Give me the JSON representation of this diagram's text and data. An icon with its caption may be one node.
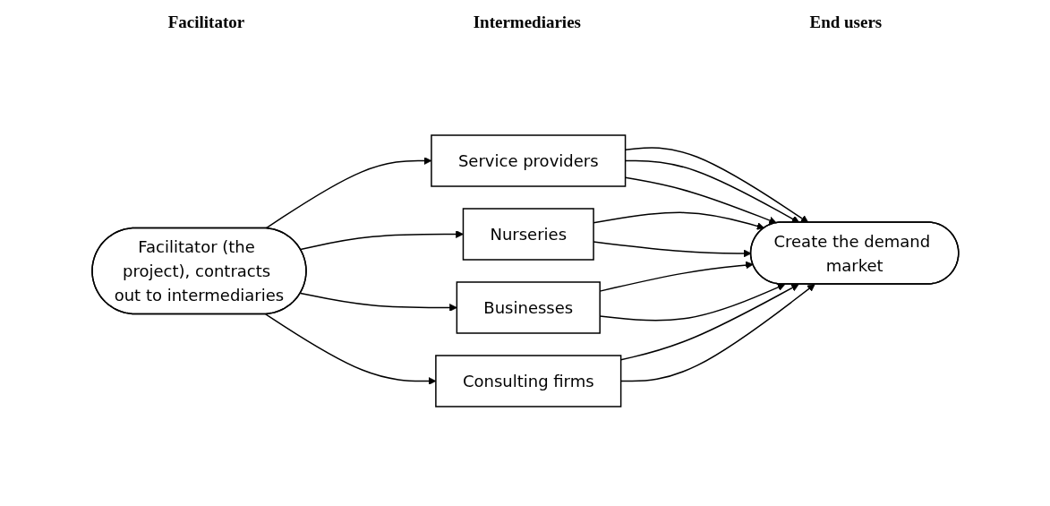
{
  "diagram": {
    "nodes": [
      {
        "text": [
          "Facilitator (the project), contracts out to intermediaries"
        ]
      },
      {
        "text": [
          "Service providers"
        ]
      },
      {
        "text": [
          "Nurseries"
        ]
      },
      {
        "text": [
          "Businesses"
        ]
      },
      {
        "text": [
          "Consulting firms"
        ]
      },
      {
        "text": [
          "Create the demand market"
        ]
      }
    ],
    "edges": [
      {
        "from": 0,
        "to": 1,
        "arrow": "to"
      },
      {
        "from": 0,
        "to": 2,
        "arrow": "to"
      },
      {
        "from": 0,
        "to": 3,
        "arrow": "to"
      },
      {
        "from": 0,
        "to": 4,
        "arrow": "to"
      },
      {
        "from": 1,
        "to": 5,
        "arrow": "to"
      },
      {
        "from": 1,
        "to": 5,
        "arrow": "to"
      },
      {
        "from": 1,
        "to": 5,
        "arrow": "to"
      },
      {
        "from": 2,
        "to": 5,
        "arrow": "to"
      },
      {
        "from": 2,
        "to": 5,
        "arrow": "to"
      },
      {
        "from": 3,
        "to": 5,
        "arrow": "to"
      },
      {
        "from": 3,
        "to": 5,
        "arrow": "to"
      },
      {
        "from": 4,
        "to": 5,
        "arrow": "to"
      },
      {
        "from": 4,
        "to": 5,
        "arrow": "to"
      }
    ],
    "labels": [
      "Facilitator",
      "Intermediaries",
      "End users"
    ]
  }
}
